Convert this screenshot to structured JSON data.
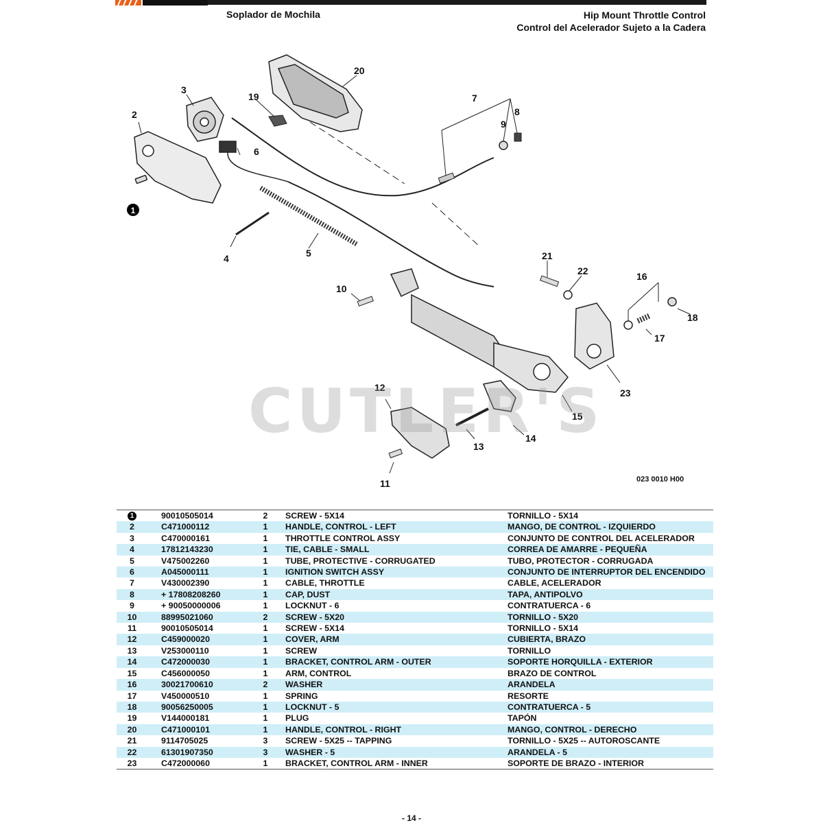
{
  "header": {
    "left_title": "Soplador de Mochila",
    "right_title_en": "Hip Mount Throttle Control",
    "right_title_es": "Control del Acelerador Sujeto a la Cadera"
  },
  "diagram": {
    "reference_code": "023 0010 H00",
    "watermark": "CUTLER'S",
    "callouts": [
      "1",
      "2",
      "3",
      "4",
      "5",
      "6",
      "7",
      "8",
      "9",
      "10",
      "11",
      "12",
      "13",
      "14",
      "15",
      "16",
      "17",
      "18",
      "19",
      "20",
      "21",
      "22",
      "23"
    ]
  },
  "parts": [
    {
      "num": "1",
      "part": "90010505014",
      "qty": "2",
      "en": "SCREW - 5X14",
      "es": "TORNILLO - 5X14",
      "circled": true
    },
    {
      "num": "2",
      "part": "C471000112",
      "qty": "1",
      "en": "HANDLE, CONTROL - LEFT",
      "es": "MANGO, DE CONTROL - IZQUIERDO"
    },
    {
      "num": "3",
      "part": "C470000161",
      "qty": "1",
      "en": "THROTTLE CONTROL ASSY",
      "es": "CONJUNTO DE CONTROL DEL ACELERADOR"
    },
    {
      "num": "4",
      "part": "17812143230",
      "qty": "1",
      "en": "TIE, CABLE - SMALL",
      "es": "CORREA DE AMARRE - PEQUEÑA"
    },
    {
      "num": "5",
      "part": "V475002260",
      "qty": "1",
      "en": "TUBE, PROTECTIVE - CORRUGATED",
      "es": "TUBO, PROTECTOR - CORRUGADA"
    },
    {
      "num": "6",
      "part": "A045000111",
      "qty": "1",
      "en": "IGNITION SWITCH ASSY",
      "es": "CONJUNTO DE INTERRUPTOR DEL ENCENDIDO"
    },
    {
      "num": "7",
      "part": "V430002390",
      "qty": "1",
      "en": "CABLE, THROTTLE",
      "es": "CABLE, ACELERADOR"
    },
    {
      "num": "8",
      "part": "+ 17808208260",
      "qty": "1",
      "en": "CAP, DUST",
      "es": "TAPA, ANTIPOLVO",
      "indent": true
    },
    {
      "num": "9",
      "part": "+ 90050000006",
      "qty": "1",
      "en": "LOCKNUT - 6",
      "es": "CONTRATUERCA - 6",
      "indent": true
    },
    {
      "num": "10",
      "part": "88995021060",
      "qty": "2",
      "en": "SCREW - 5X20",
      "es": "TORNILLO - 5X20"
    },
    {
      "num": "11",
      "part": "90010505014",
      "qty": "1",
      "en": "SCREW - 5X14",
      "es": "TORNILLO - 5X14"
    },
    {
      "num": "12",
      "part": "C459000020",
      "qty": "1",
      "en": "COVER, ARM",
      "es": "CUBIERTA, BRAZO"
    },
    {
      "num": "13",
      "part": "V253000110",
      "qty": "1",
      "en": "SCREW",
      "es": "TORNILLO"
    },
    {
      "num": "14",
      "part": "C472000030",
      "qty": "1",
      "en": "BRACKET, CONTROL ARM - OUTER",
      "es": "SOPORTE HORQUILLA - EXTERIOR"
    },
    {
      "num": "15",
      "part": "C456000050",
      "qty": "1",
      "en": "ARM, CONTROL",
      "es": "BRAZO DE CONTROL"
    },
    {
      "num": "16",
      "part": "30021700610",
      "qty": "2",
      "en": "WASHER",
      "es": "ARANDELA"
    },
    {
      "num": "17",
      "part": "V450000510",
      "qty": "1",
      "en": "SPRING",
      "es": "RESORTE"
    },
    {
      "num": "18",
      "part": "90056250005",
      "qty": "1",
      "en": "LOCKNUT - 5",
      "es": "CONTRATUERCA - 5"
    },
    {
      "num": "19",
      "part": "V144000181",
      "qty": "1",
      "en": "PLUG",
      "es": "TAPÓN"
    },
    {
      "num": "20",
      "part": "C471000101",
      "qty": "1",
      "en": "HANDLE, CONTROL - RIGHT",
      "es": "MANGO, CONTROL - DERECHO"
    },
    {
      "num": "21",
      "part": "9114705025",
      "qty": "3",
      "en": "SCREW - 5X25 -- TAPPING",
      "es": "TORNILLO - 5X25 -- AUTOROSCANTE"
    },
    {
      "num": "22",
      "part": "61301907350",
      "qty": "3",
      "en": "WASHER - 5",
      "es": "ARANDELA - 5"
    },
    {
      "num": "23",
      "part": "C472000060",
      "qty": "1",
      "en": "BRACKET, CONTROL ARM - INNER",
      "es": "SOPORTE DE BRAZO - INTERIOR"
    }
  ],
  "footer": {
    "page": "- 14 -"
  },
  "colors": {
    "row_shade": "#cfeef8",
    "logo_orange": "#e8601c",
    "text": "#111111"
  }
}
